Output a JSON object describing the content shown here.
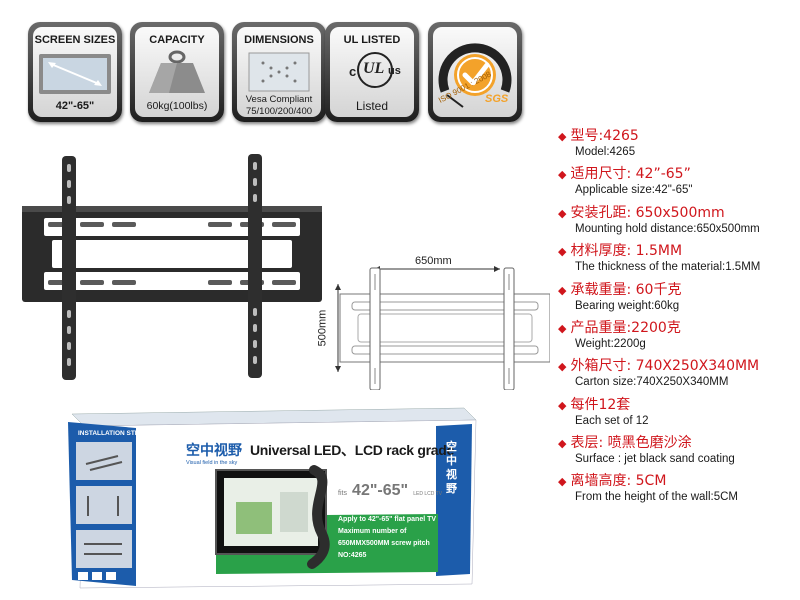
{
  "badges": [
    {
      "title": "SCREEN SIZES",
      "sub": "42\"-65\""
    },
    {
      "title": "CAPACITY",
      "sub": "60kg(100lbs)"
    },
    {
      "title": "DIMENSIONS",
      "sub": "Vesa Compliant",
      "sub2": "75/100/200/400"
    },
    {
      "title": "UL LISTED",
      "mark_c": "c",
      "mark_ul": "UL",
      "mark_us": "us",
      "sub": "Listed"
    },
    {
      "title": "",
      "seal_text": "ISO 9001 : 2008",
      "seal_brand": "SGS"
    }
  ],
  "diagram": {
    "width_label": "650mm",
    "height_label": "500mm"
  },
  "specs": [
    {
      "cn": "型号:4265",
      "en": "Model:4265"
    },
    {
      "cn": "适用尺寸: 42”-65”",
      "en": "Applicable size:42\"-65\""
    },
    {
      "cn": "安装孔距: 650x500mm",
      "en": "Mounting hold distance:650x500mm"
    },
    {
      "cn": "材料厚度: 1.5MM",
      "en": "The thickness of the material:1.5MM"
    },
    {
      "cn": "承载重量: 60千克",
      "en": "Bearing weight:60kg"
    },
    {
      "cn": "产品重量:2200克",
      "en": "Weight:2200g"
    },
    {
      "cn": "外箱尺寸: 740X250X340MM",
      "en": "Carton size:740X250X340MM"
    },
    {
      "cn": "每件12套",
      "en": "Each set of 12"
    },
    {
      "cn": "表层: 喷黑色磨沙涂",
      "en": "Surface : jet black sand coating"
    },
    {
      "cn": "离墙高度: 5CM",
      "en": "From the height of the wall:5CM"
    }
  ],
  "box": {
    "steps_label": "INSTALLATION STEPS",
    "brand_cn": "空中视野",
    "brand_en": "Visual field in the sky",
    "headline": "Universal LED、LCD rack grade",
    "size_prefix": "fits",
    "size": "42\"-65\"",
    "size_suffix": "LED  LCD TV",
    "line1": "Apply to 42\"-65\" flat panel TV",
    "line2": "Maximum number of",
    "line3": "650MMX500MM screw pitch",
    "model": "NO:4265",
    "side_cn": "空中视野"
  },
  "colors": {
    "accent_red": "#d0161c",
    "box_blue": "#1c5cab",
    "box_green": "#2aa149",
    "bracket": "#2b2b2b",
    "seal_orange": "#f3a22a"
  }
}
